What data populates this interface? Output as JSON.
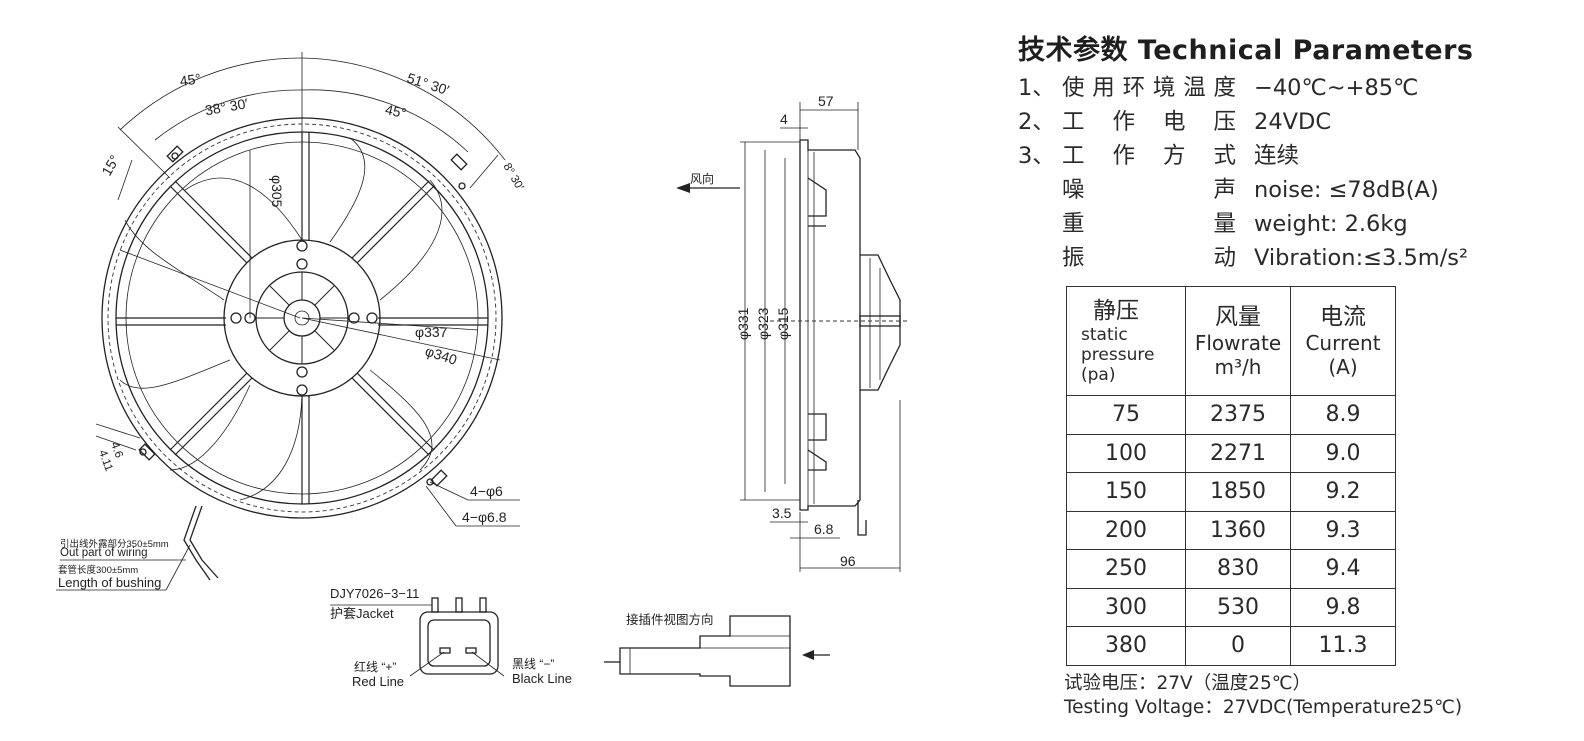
{
  "drawing": {
    "front_view": {
      "angles": [
        "45°",
        "38° 30′",
        "51° 30′",
        "45°",
        "15°",
        "8° 30′"
      ],
      "diameters": [
        "φ305",
        "φ337",
        "φ340"
      ],
      "holes": [
        "4−φ6",
        "4−φ6.8"
      ],
      "small_dims": [
        "4.6",
        "4.11"
      ],
      "wiring_zh": "引出线外露部分350±5mm",
      "wiring_en": "Out part of wiring",
      "bushing_zh": "套管长度300±5mm",
      "bushing_en": "Length of bushing"
    },
    "side_view": {
      "airflow": "风向",
      "top_dims": [
        "57",
        "4"
      ],
      "heights": [
        "φ331",
        "φ323",
        "φ315"
      ],
      "bottom_dims": [
        "3.5",
        "6.8",
        "96"
      ]
    },
    "connector": {
      "model": "DJY7026−3−11",
      "jacket": "护套Jacket",
      "red_zh": "红线 “+”",
      "red_en": "Red Line",
      "black_zh": "黑线 “−”",
      "black_en": "Black Line",
      "view_direction": "接插件视图方向"
    }
  },
  "params": {
    "title": "技术参数 Technical Parameters",
    "rows": [
      {
        "num": "1、",
        "label": [
          "使",
          "用",
          "环",
          "境",
          "温",
          "度"
        ],
        "value": "−40℃~+85℃"
      },
      {
        "num": "2、",
        "label": [
          "工",
          "作",
          "电",
          "压"
        ],
        "value": "24VDC"
      },
      {
        "num": "3、",
        "label": [
          "工",
          "作",
          "方",
          "式"
        ],
        "value": "连续"
      },
      {
        "num": "",
        "label": [
          "噪",
          "声"
        ],
        "value": "noise: ≤78dB(A)"
      },
      {
        "num": "",
        "label": [
          "重",
          "量"
        ],
        "value": "weight: 2.6kg"
      },
      {
        "num": "",
        "label": [
          "振",
          "动"
        ],
        "value": "Vibration:≤3.5m/s²"
      }
    ]
  },
  "table": {
    "headers": [
      {
        "zh": "静压",
        "en": [
          "static",
          "pressure",
          "(pa)"
        ]
      },
      {
        "zh": "风量",
        "en": [
          "Flowrate",
          "m³/h"
        ]
      },
      {
        "zh": "电流",
        "en": [
          "Current",
          "(A)"
        ]
      }
    ],
    "rows": [
      [
        "75",
        "2375",
        "8.9"
      ],
      [
        "100",
        "2271",
        "9.0"
      ],
      [
        "150",
        "1850",
        "9.2"
      ],
      [
        "200",
        "1360",
        "9.3"
      ],
      [
        "250",
        "830",
        "9.4"
      ],
      [
        "300",
        "530",
        "9.8"
      ],
      [
        "380",
        "0",
        "11.3"
      ]
    ]
  },
  "notes": {
    "line1": "试验电压：27V（温度25℃）",
    "line2": "Testing Voltage：27VDC(Temperature25℃)"
  }
}
